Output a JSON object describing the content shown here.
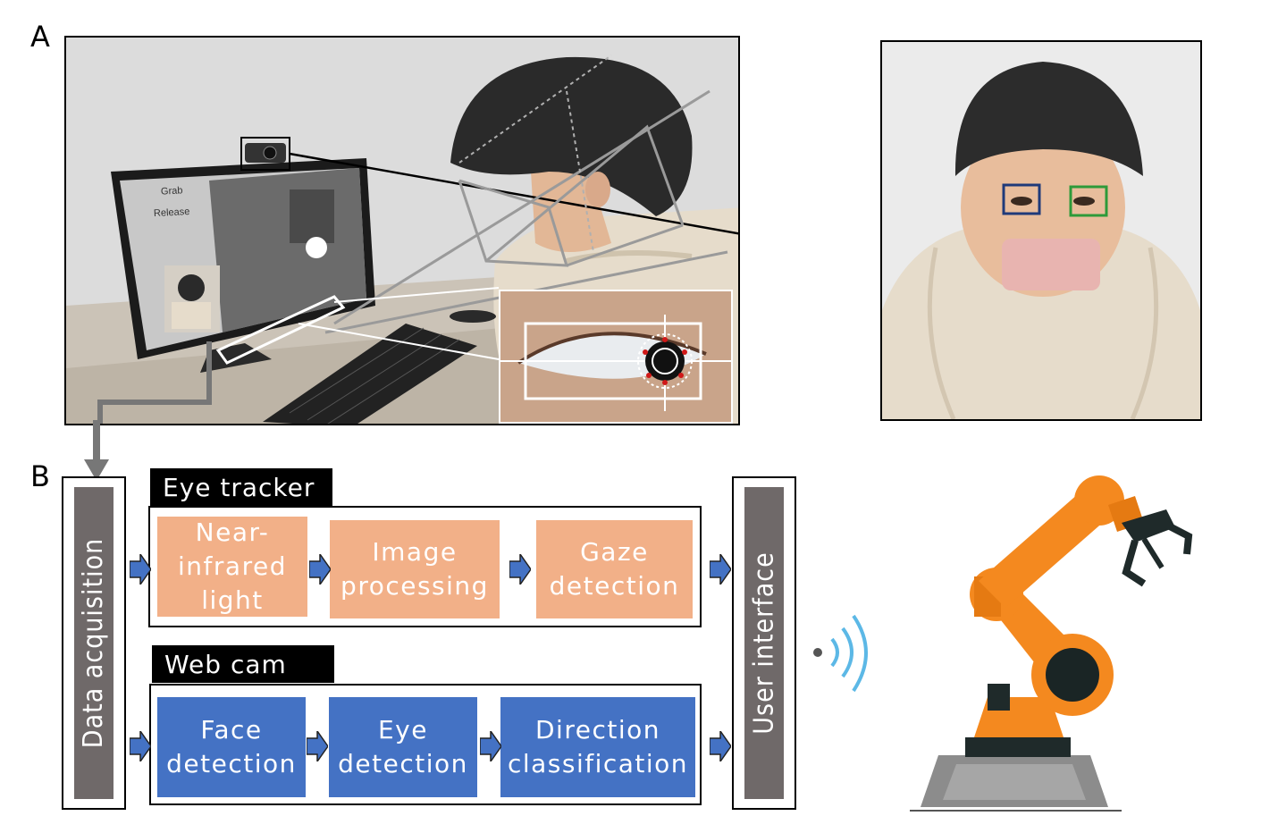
{
  "panels": {
    "a_label": "A",
    "b_label": "B"
  },
  "monitor_ui": {
    "grab_label": "Grab",
    "release_label": "Release"
  },
  "side_columns": {
    "left": "Data acquisition",
    "right": "User interface"
  },
  "eye_tracker": {
    "title": "Eye tracker",
    "steps": [
      "Near-\ninfrared\nlight",
      "Image\nprocessing",
      "Gaze\ndetection"
    ]
  },
  "web_cam": {
    "title": "Web cam",
    "steps": [
      "Face\ndetection",
      "Eye\ndetection",
      "Direction\nclassification"
    ]
  },
  "colors": {
    "eye_tracker_step": "#f2b088",
    "webcam_step": "#4472c4",
    "column_bar": "#6f6969",
    "arrow": "#4472c4",
    "robot_orange": "#f4891f",
    "left_eye_box": "#1f3a7a",
    "right_eye_box": "#2e9a3a",
    "mouth_mask": "#e8b4b0",
    "wireless": "#5cb8e6"
  },
  "icons": [
    "webcam-icon",
    "eye-closeup-icon",
    "wireless-signal-icon",
    "robot-arm-icon",
    "down-arrow-icon"
  ]
}
